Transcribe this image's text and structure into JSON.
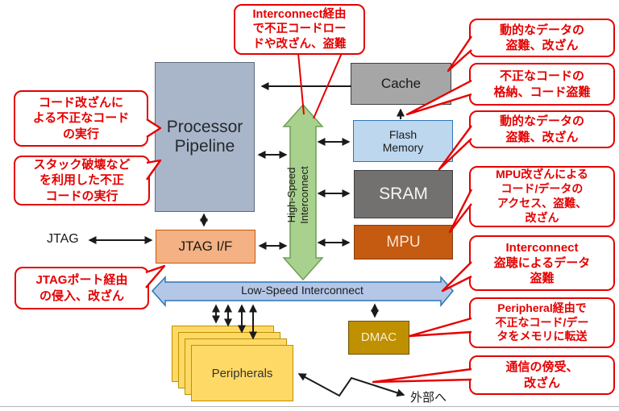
{
  "blocks": {
    "processor_pipeline": "Processor\nPipeline",
    "cache": "Cache",
    "flash_memory": "Flash\nMemory",
    "sram": "SRAM",
    "mpu": "MPU",
    "jtag_if": "JTAG I/F",
    "dmac": "DMAC",
    "peripherals": "Peripherals"
  },
  "interconnects": {
    "high_speed": "High-Speed\nInterconnect",
    "low_speed": "Low-Speed Interconnect"
  },
  "labels": {
    "jtag": "JTAG",
    "external": "外部へ"
  },
  "callouts": {
    "code_tampering": "コード改ざんに\nよる不正なコード\nの実行",
    "stack_destruction": "スタック破壊など\nを利用した不正\nコードの実行",
    "jtag_port": "JTAGポート経由\nの侵入、改ざん",
    "interconnect_load": "Interconnect経由\nで不正コードロー\nドや改ざん、盗難",
    "cache_data_theft": "動的なデータの\n盗難、改ざん",
    "flash_code_store": "不正なコードの\n格納、コード盗難",
    "sram_data_theft": "動的なデータの\n盗難、改ざん",
    "mpu_tampering": "MPU改ざんによる\nコード/データの\nアクセス、盗難、\n改ざん",
    "interconnect_sniffing": "Interconnect\n盗聴によるデータ\n盗難",
    "peripheral_transfer": "Peripheral経由で\n不正なコード/デー\nタをメモリに転送",
    "comm_interception": "通信の傍受、\n改ざん"
  },
  "colors": {
    "threat_red": "#e50000",
    "pipeline_fill": "#a9b6c9",
    "cache_fill": "#a6a6a6",
    "flash_fill": "#bdd7ee",
    "sram_fill": "#737070",
    "mpu_fill": "#c55a11",
    "jtag_if_fill": "#f4b183",
    "dmac_fill": "#bf9000",
    "peripherals_fill": "#ffd966",
    "high_speed_fill": "#a9d18e",
    "low_speed_fill": "#b4c7e7",
    "arrow_black": "#1a1a1a"
  }
}
